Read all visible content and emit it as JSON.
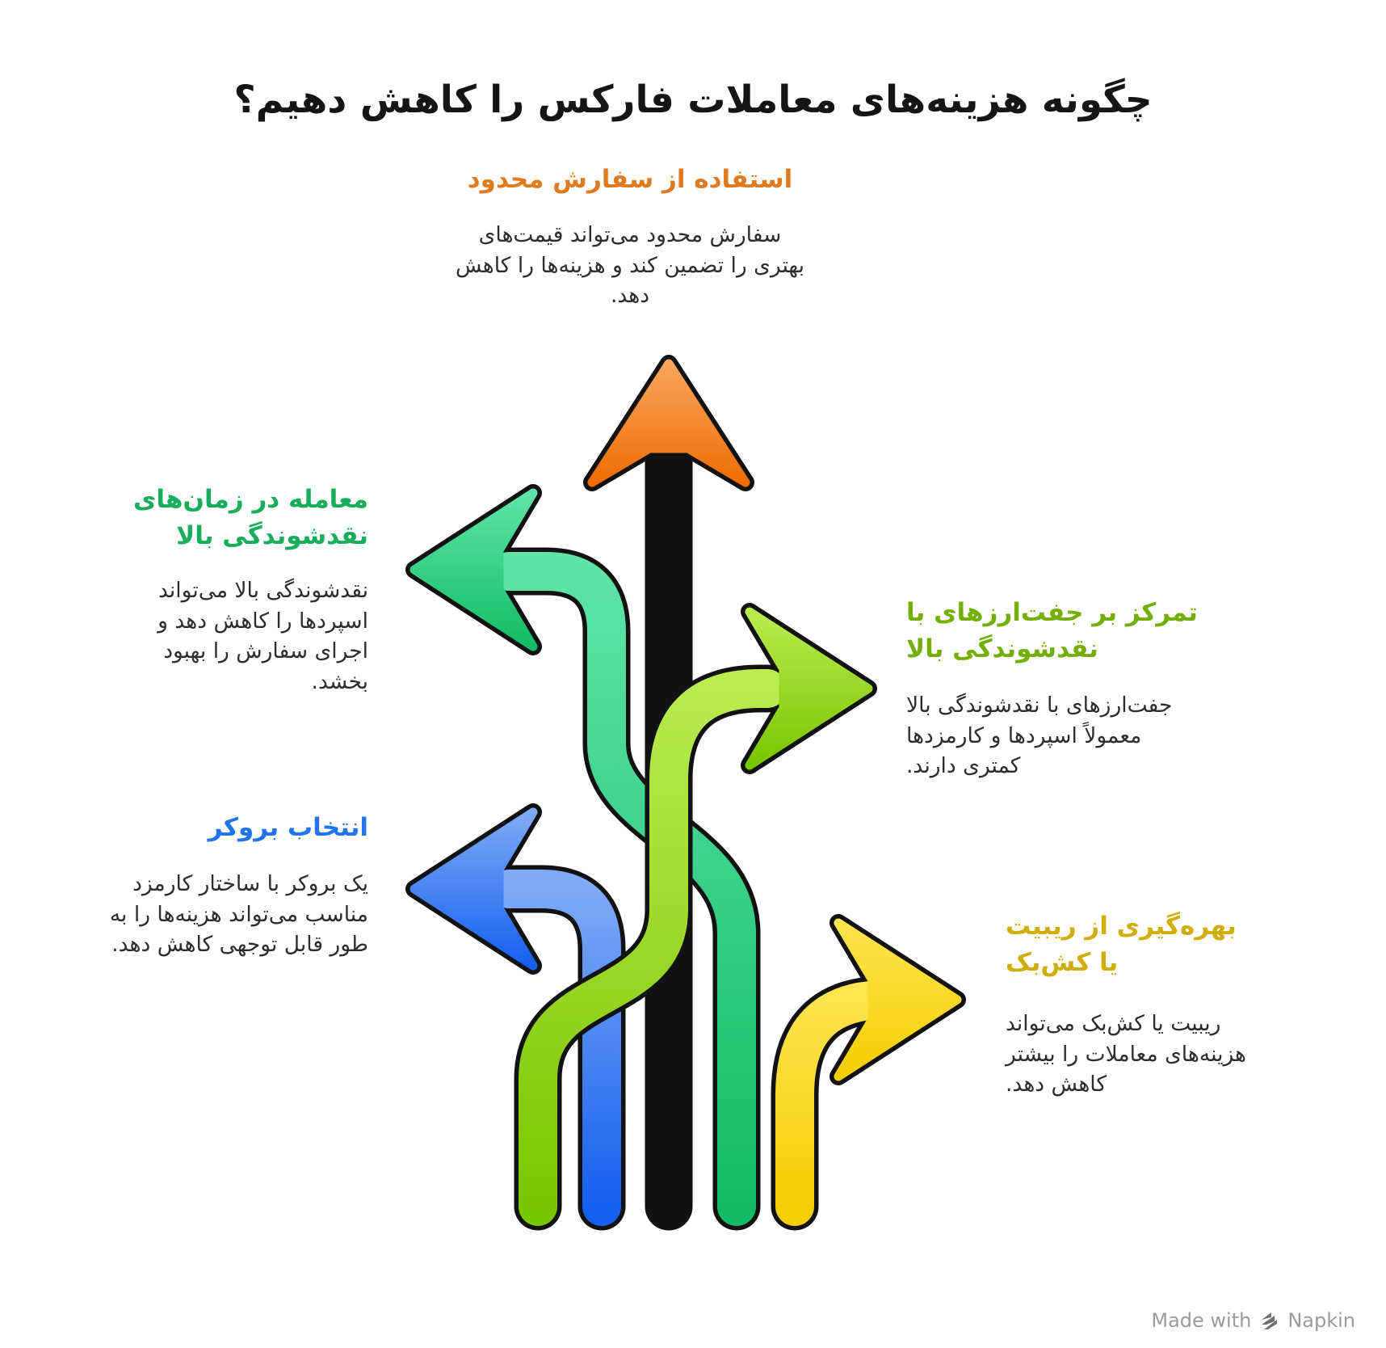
{
  "title": "چگونه هزینه‌های معاملات فارکس را کاهش دهیم؟",
  "sections": [
    {
      "id": "limit-orders",
      "heading": "استفاده از سفارش محدود",
      "body": "سفارش محدود می‌تواند قیمت‌های بهتری را تضمین کند و هزینه‌ها را کاهش دهد.",
      "accent": "#DF7A1F"
    },
    {
      "id": "high-liquidity-times",
      "heading": "معامله در زمان‌های نقدشوندگی بالا",
      "body": "نقدشوندگی بالا می‌تواند اسپردها را کاهش دهد و اجرای سفارش را بهبود بخشد.",
      "accent": "#17AD5B"
    },
    {
      "id": "liquid-pairs",
      "heading": "تمرکز بر جفت‌ارزهای با نقدشوندگی بالا",
      "body": "جفت‌ارزهای با نقدشوندگی بالا معمولاً اسپردها و کارمزدها کمتری دارند.",
      "accent": "#73AF07"
    },
    {
      "id": "broker-choice",
      "heading": "انتخاب بروکر",
      "body": "یک بروکر با ساختار کارمزد مناسب می‌تواند هزینه‌ها را به طور قابل توجهی کاهش دهد.",
      "accent": "#2273EE"
    },
    {
      "id": "rebates-cashback",
      "heading": "بهره‌گیری از ریبیت یا کش‌بک",
      "body": "ریبیت یا کش‌بک می‌تواند هزینه‌های معاملات را بیشتر کاهش دهد.",
      "accent": "#D0AD08"
    }
  ],
  "palette": {
    "title": "#151515",
    "text": "#2d2d2d",
    "outline": "#121212",
    "footer_gray": "#9b9b9b",
    "logo_gray": "#707070",
    "orange_top": "#F9A55C",
    "orange_bottom": "#ED6D03",
    "green_top": "#5EE4A7",
    "green_bottom": "#12BC66",
    "blue_top": "#7EAAF6",
    "blue_bottom": "#1560EF",
    "lime_top": "#BAEB4F",
    "lime_bottom": "#79C602",
    "yellow_top": "#FFE44E",
    "yellow_bottom": "#F3CF03"
  },
  "footer": {
    "made_with": "Made with",
    "brand": "Napkin"
  }
}
